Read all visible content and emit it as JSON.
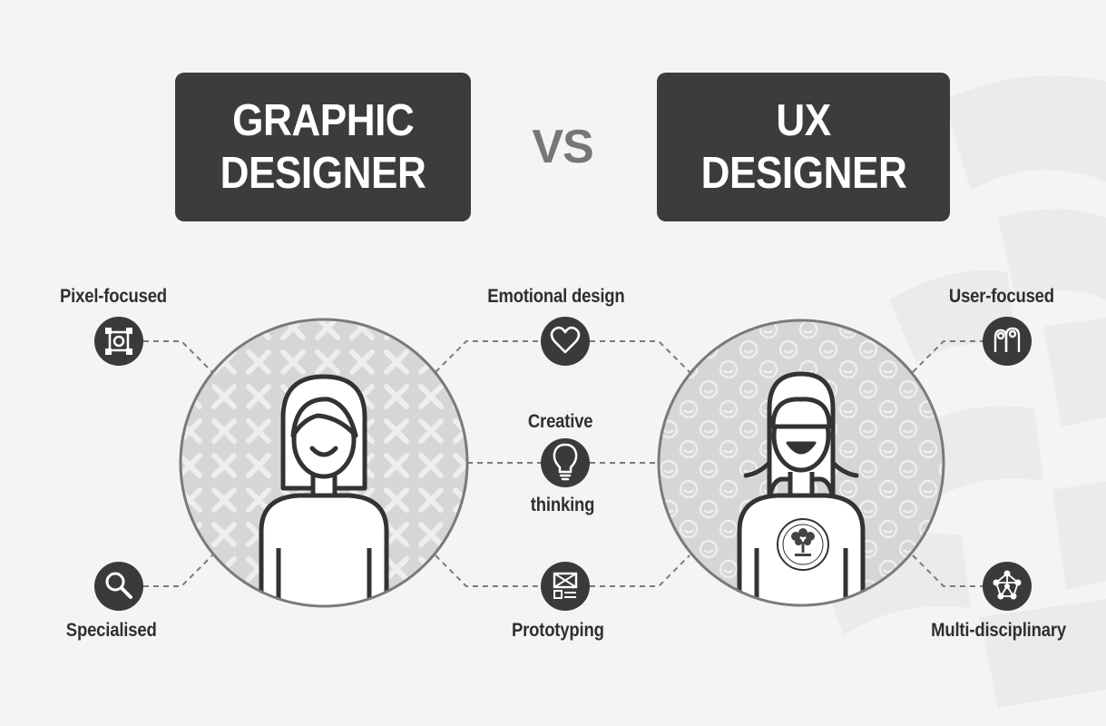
{
  "header": {
    "left_title_line1": "GRAPHIC",
    "left_title_line2": "DESIGNER",
    "vs": "VS",
    "right_title_line1": "UX",
    "right_title_line2": "DESIGNER"
  },
  "features": {
    "pixel_focused": "Pixel-focused",
    "specialised": "Specialised",
    "emotional_design": "Emotional design",
    "creative": "Creative",
    "thinking": "thinking",
    "prototyping": "Prototyping",
    "user_focused": "User-focused",
    "multi_disciplinary": "Multi-disciplinary"
  },
  "icons": {
    "pixel_focused": "pixel-frame-icon",
    "specialised": "magnifier-icon",
    "emotional_design": "heart-icon",
    "creative_thinking": "lightbulb-icon",
    "prototyping": "wireframe-icon",
    "user_focused": "users-icon",
    "multi_disciplinary": "network-icon"
  },
  "colors": {
    "background": "#f4f4f4",
    "title_box": "#3c3c3c",
    "vs_text": "#767676",
    "icon_fill": "#3a3a3a",
    "circle_border": "#7a7a7a",
    "connector": "#7a7a7a"
  }
}
